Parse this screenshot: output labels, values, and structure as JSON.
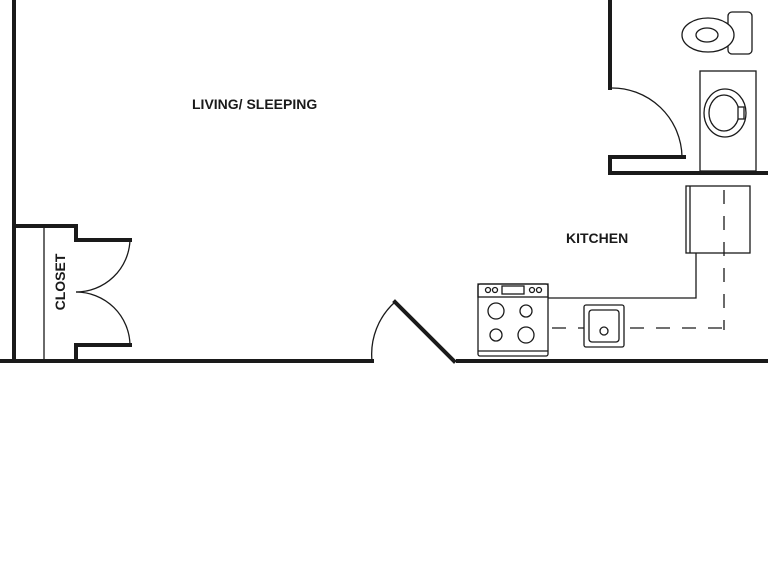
{
  "rooms": {
    "living": "LIVING/ SLEEPING",
    "kitchen": "KITCHEN",
    "closet": "CLOSET"
  },
  "colors": {
    "wall": "#1a1a1a",
    "background": "#ffffff"
  }
}
